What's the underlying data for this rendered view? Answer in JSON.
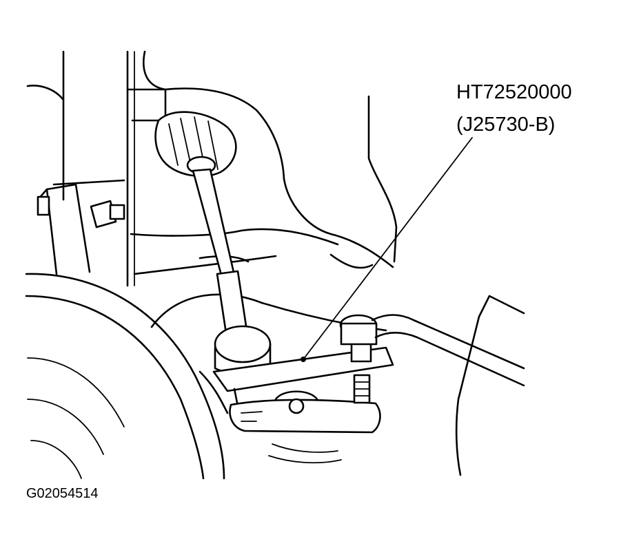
{
  "callout": {
    "tool_number": "HT72520000",
    "alt_tool_number": "(J25730-B)"
  },
  "figure_id": "G02054514"
}
